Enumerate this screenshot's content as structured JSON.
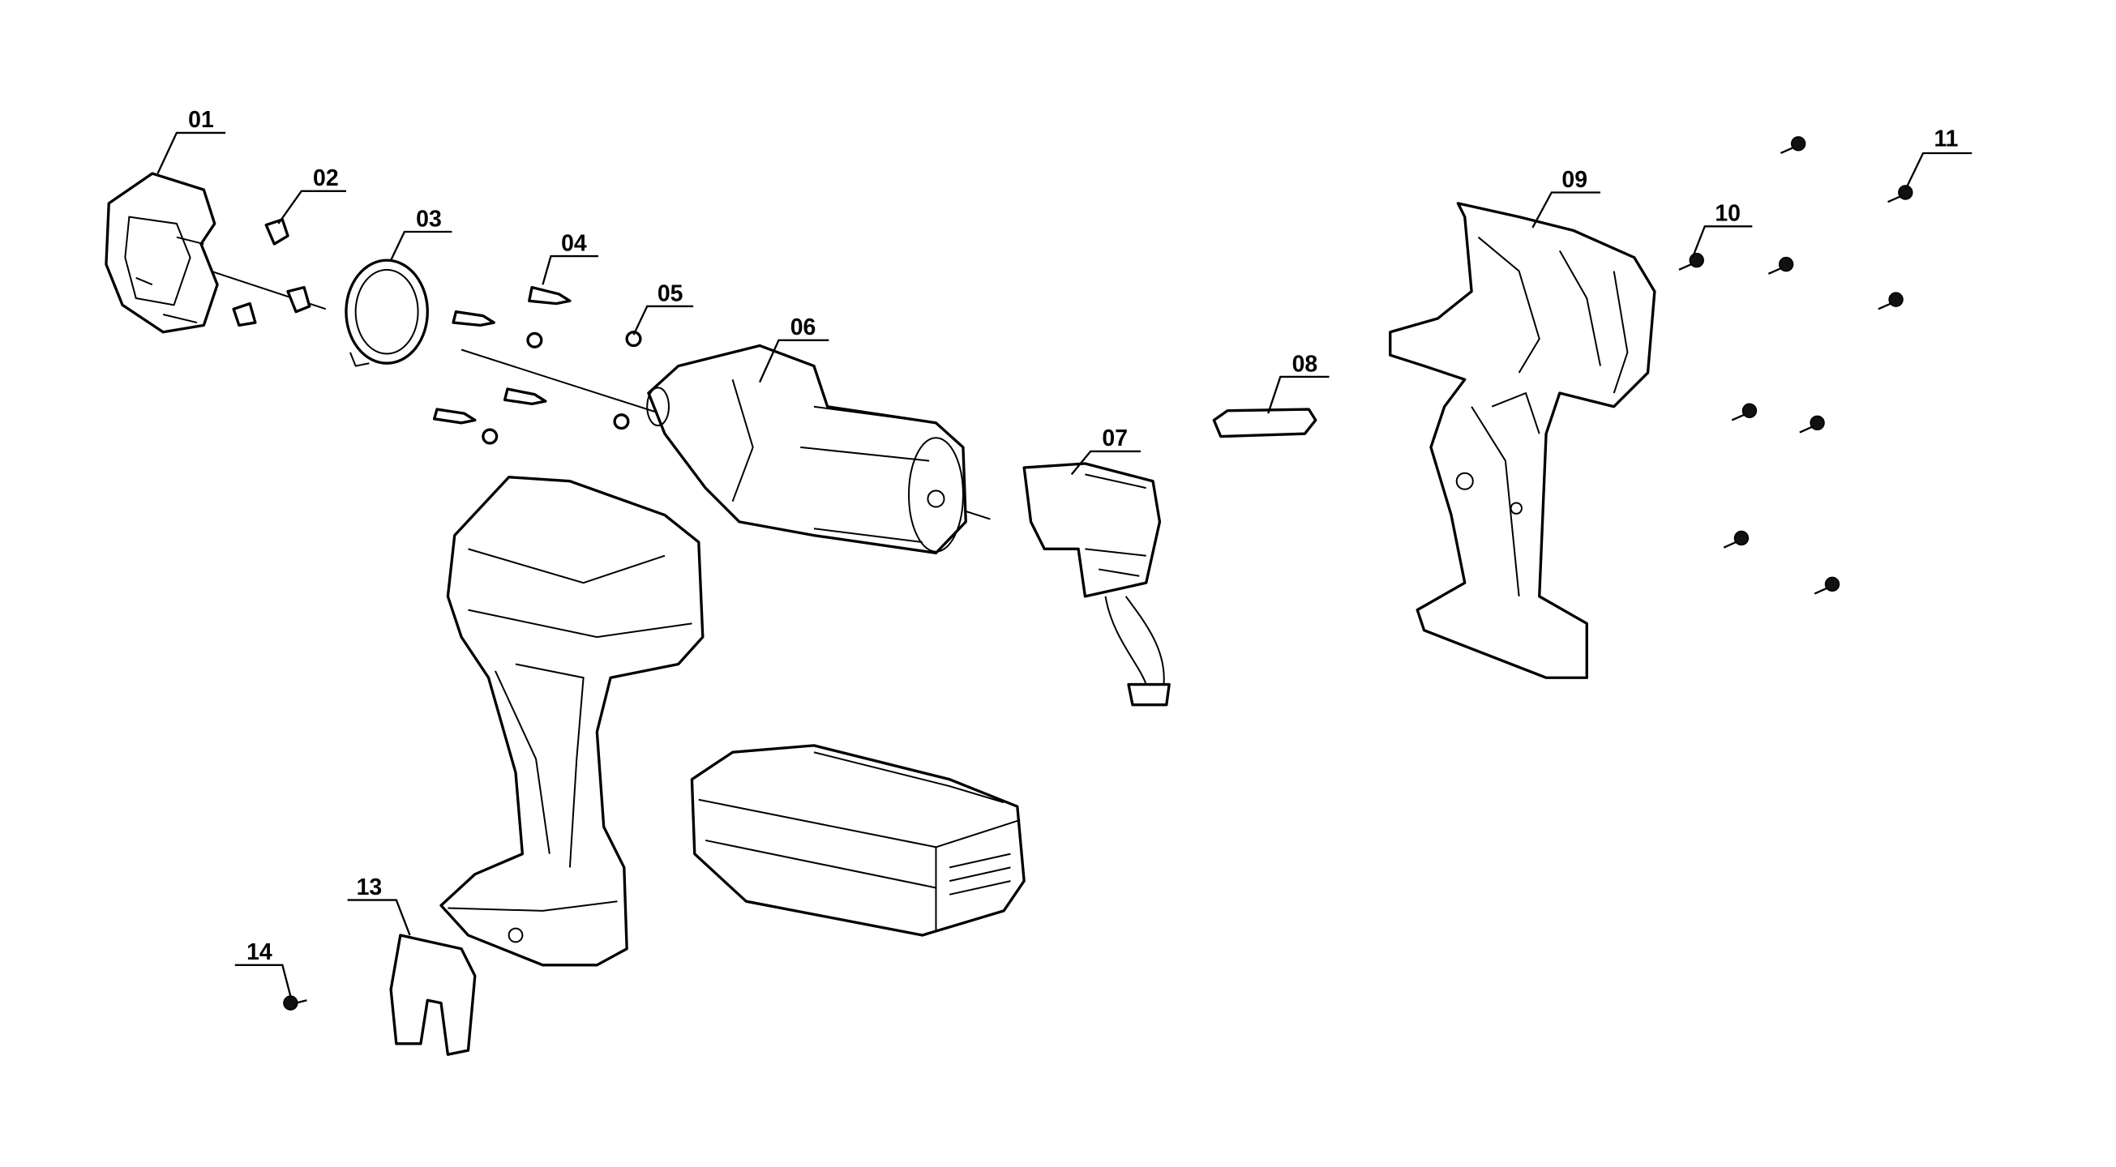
{
  "diagram": {
    "type": "exploded parts diagram",
    "part_labels": {
      "p01": "01",
      "p02": "02",
      "p03": "03",
      "p04": "04",
      "p05": "05",
      "p06": "06",
      "p07": "07",
      "p08": "08",
      "p09": "09",
      "p10": "10",
      "p11": "11",
      "p13": "13",
      "p14": "14"
    }
  }
}
